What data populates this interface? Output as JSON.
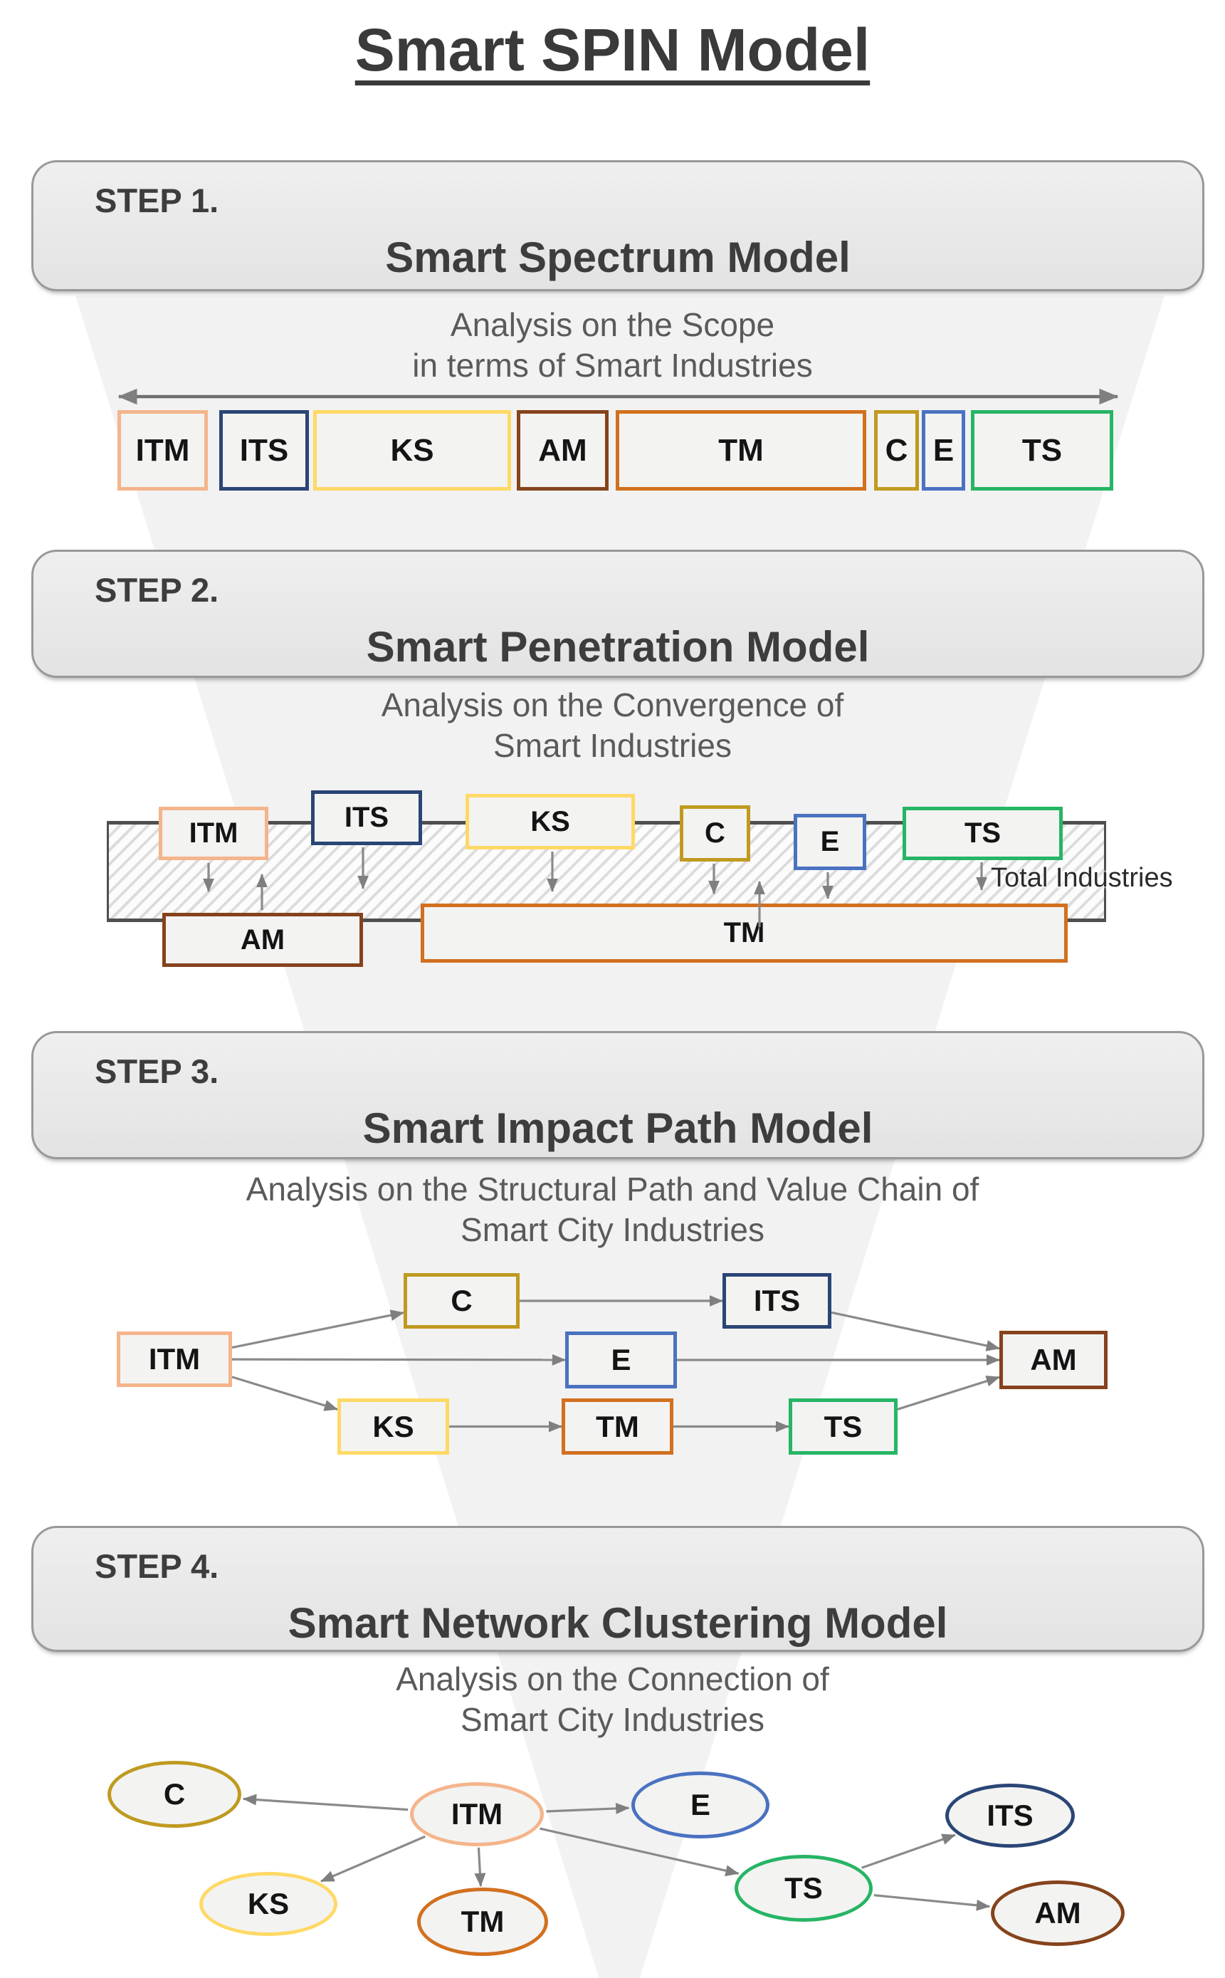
{
  "title": "Smart SPIN Model",
  "colors": {
    "ITM": "#F5B48B",
    "ITS": "#2B4576",
    "KS": "#FFD966",
    "AM": "#85431C",
    "TM": "#D2701F",
    "C": "#C09A20",
    "E": "#4A72C0",
    "TS": "#26B565",
    "node_fill": "#F3F3F2",
    "arrow_gray": "#7F7F7F",
    "bar_border": "#4F4F4F",
    "header_fill": "#EAEAEA"
  },
  "steps": [
    {
      "label": "STEP 1.",
      "title": "Smart Spectrum Model",
      "subtitle": [
        "Analysis on the Scope",
        "in terms of Smart Industries"
      ]
    },
    {
      "label": "STEP 2.",
      "title": "Smart Penetration Model",
      "subtitle": [
        "Analysis on the Convergence of",
        "Smart Industries"
      ]
    },
    {
      "label": "STEP 3.",
      "title": "Smart Impact Path Model",
      "subtitle": [
        "Analysis on the Structural Path and Value Chain of",
        "Smart City Industries"
      ]
    },
    {
      "label": "STEP 4.",
      "title": "Smart Network Clustering Model",
      "subtitle": [
        "Analysis on the Connection of",
        "Smart City Industries"
      ]
    }
  ],
  "spectrum": {
    "segments": [
      "ITM",
      "ITS",
      "KS",
      "AM",
      "TM",
      "C",
      "E",
      "TS"
    ]
  },
  "penetration": {
    "top_nodes": [
      "ITM",
      "ITS",
      "KS",
      "C",
      "E",
      "TS"
    ],
    "bottom_nodes": [
      "AM",
      "TM"
    ],
    "bar_label": "Total Industries"
  },
  "impact": {
    "nodes": [
      "ITM",
      "C",
      "ITS",
      "E",
      "AM",
      "KS",
      "TM",
      "TS"
    ],
    "edges": [
      [
        "ITM",
        "C"
      ],
      [
        "ITM",
        "E"
      ],
      [
        "ITM",
        "KS"
      ],
      [
        "C",
        "ITS"
      ],
      [
        "KS",
        "TM"
      ],
      [
        "TM",
        "TS"
      ],
      [
        "E",
        "AM"
      ],
      [
        "ITS",
        "AM"
      ],
      [
        "TS",
        "AM"
      ]
    ]
  },
  "network": {
    "nodes": [
      "C",
      "ITM",
      "E",
      "ITS",
      "KS",
      "TM",
      "TS",
      "AM"
    ],
    "edges": [
      [
        "ITM",
        "C"
      ],
      [
        "ITM",
        "KS"
      ],
      [
        "ITM",
        "TM"
      ],
      [
        "ITM",
        "E"
      ],
      [
        "ITM",
        "TS"
      ],
      [
        "TS",
        "ITS"
      ],
      [
        "TS",
        "AM"
      ]
    ]
  }
}
